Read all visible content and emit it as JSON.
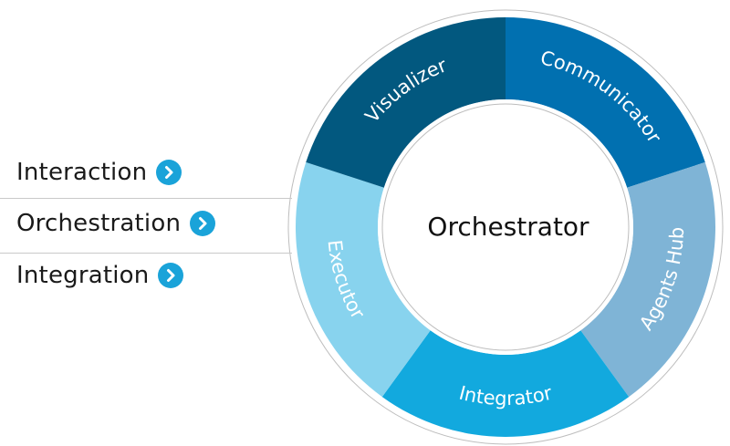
{
  "menu": {
    "items": [
      {
        "label": "Interaction"
      },
      {
        "label": "Orchestration"
      },
      {
        "label": "Integration"
      }
    ]
  },
  "wheel": {
    "center_label": "Orchestrator",
    "segments": [
      {
        "label": "Communicator",
        "color": "#0170b0"
      },
      {
        "label": "Agents Hub",
        "color": "#7fb4d6"
      },
      {
        "label": "Integrator",
        "color": "#12a9de"
      },
      {
        "label": "Executor",
        "color": "#88d3ee"
      },
      {
        "label": "Visualizer",
        "color": "#02587f"
      }
    ]
  },
  "colors": {
    "accent": "#1aa3d9",
    "separator": "#c9c9c9",
    "ring_outline": "#bdbdbd"
  },
  "icons": {
    "menu_chevron": "chevron-right-icon"
  }
}
